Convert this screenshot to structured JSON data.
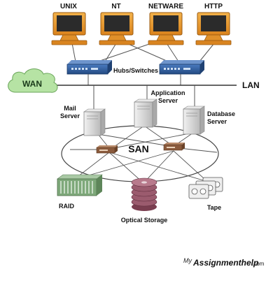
{
  "terminals": [
    {
      "label": "UNIX"
    },
    {
      "label": "NT"
    },
    {
      "label": "NETWARE"
    },
    {
      "label": "HTTP"
    }
  ],
  "hubs_label": "Hubs/Switches",
  "wan_label": "WAN",
  "lan_label": "LAN",
  "servers": {
    "mail": [
      "Mail",
      "Server"
    ],
    "application": [
      "Application",
      "Server"
    ],
    "database": [
      "Database",
      "Server"
    ]
  },
  "san_label": "SAN",
  "storage": {
    "raid": "RAID",
    "optical": "Optical Storage",
    "tape": "Tape"
  },
  "watermark": {
    "prefix": "My",
    "brand": "Assignmenthelp",
    "suffix": ".com"
  },
  "colors": {
    "monitor_frame": "#e89a2c",
    "monitor_screen": "#2b2b2b",
    "hub_body": "#2f5d9c",
    "wan_cloud": "#b6e3a4",
    "server_body": "#dcdcdc",
    "raid_body": "#7ea87a",
    "optical_disk": "#9b5b6e",
    "switch_body": "#8a5a3c",
    "wire": "#555555"
  }
}
